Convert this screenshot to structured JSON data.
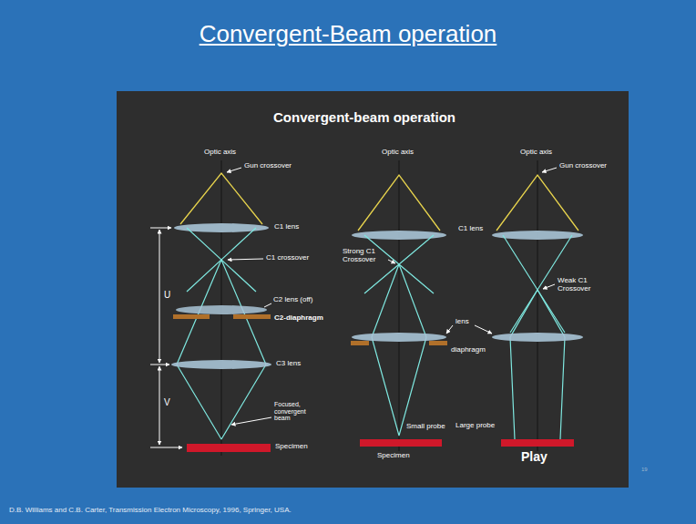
{
  "diagram": {
    "title": "Convergent-Beam operation",
    "labels": [
      "Convergent-beam operation",
      "Optic axis",
      "Gun crossover",
      "C1 lens",
      "C1 crossover",
      "C2 lens (off)",
      "C2-diaphragm",
      "U",
      "C3 lens",
      "V",
      "Focused, convergent beam",
      "Specimen",
      "Optic axis",
      "Strong C1 Crossover",
      "lens",
      "diaphragm",
      "Small probe",
      "Specimen",
      "Optic axis",
      "Gun crossover",
      "C1 lens",
      "Weak C1 Crossover",
      "Large probe",
      "Play",
      "D.B. Williams and C.B. Carter, Transmission Electron Microscopy, 1996, Springer, USA.",
      "19"
    ]
  }
}
